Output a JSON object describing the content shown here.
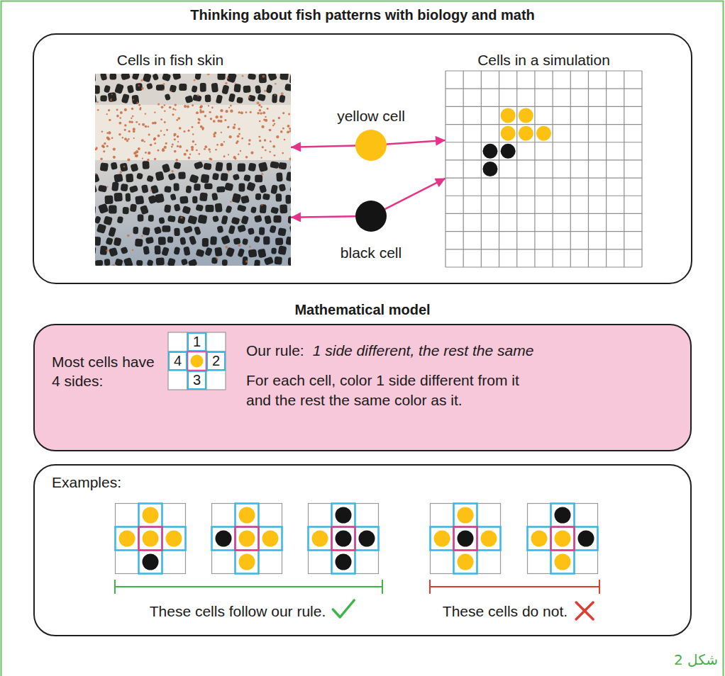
{
  "diagram": {
    "title": "Thinking about fish patterns with biology and math",
    "nodes": [
      {
        "text": [
          "Cells in fish skin"
        ]
      },
      {
        "text": [
          "yellow cell"
        ]
      },
      {
        "text": [
          "black cell"
        ]
      },
      {
        "text": [
          "Cells in a simulation"
        ]
      },
      {
        "text": [
          "Mathematical model",
          "Most cells have 4 sides:",
          "Our rule:",
          "1 side different, the rest the same",
          "For each cell, color 1 side different from it and the rest the same color as it."
        ]
      },
      {
        "text": [
          "1"
        ],
        "in": 4
      },
      {
        "text": [
          "4"
        ],
        "in": 4
      },
      {
        "text": [
          "2"
        ],
        "in": 4
      },
      {
        "text": [
          "3"
        ],
        "in": 4
      },
      {
        "text": [
          "Examples:",
          "These cells follow our rule.",
          "These cells do not."
        ]
      }
    ],
    "edges": [
      {
        "from": 1,
        "to": 0,
        "arrow": "to"
      },
      {
        "from": 1,
        "to": 3,
        "arrow": "to"
      },
      {
        "from": 2,
        "to": 0,
        "arrow": "to"
      },
      {
        "from": 2,
        "to": 3,
        "arrow": "to"
      }
    ],
    "labels": [
      "شکل 2"
    ]
  }
}
